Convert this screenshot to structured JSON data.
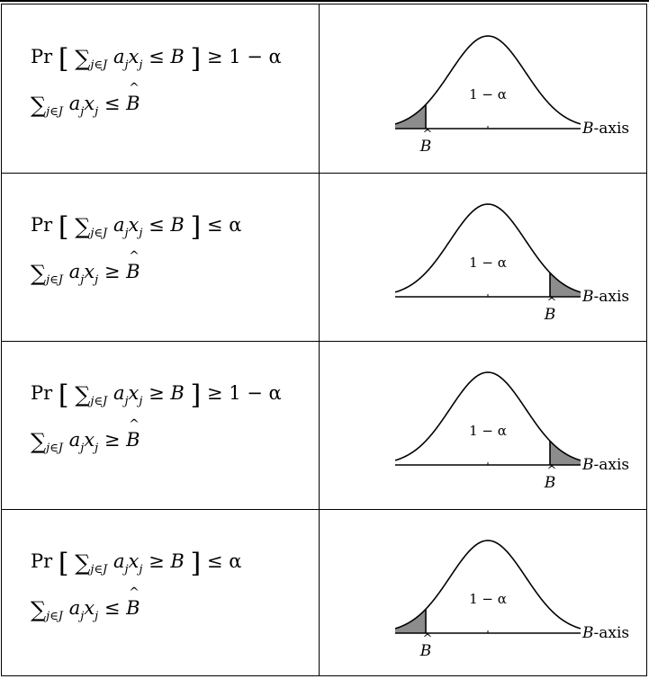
{
  "rows": [
    {
      "prob": {
        "pr": "Pr",
        "sum": "∑",
        "index": "j∈J",
        "term": "a",
        "sub1": "j",
        "var": "x",
        "sub2": "j",
        "rel": "≤",
        "bound": "B",
        "cmp": "≥",
        "rhs": "1 − α"
      },
      "det": {
        "sum": "∑",
        "index": "j∈J",
        "term": "a",
        "sub1": "j",
        "var": "x",
        "sub2": "j",
        "rel": "≤",
        "bound": "B"
      },
      "curve": {
        "shaded_tail": "left",
        "center_label": "1 − α",
        "cut_label": "B",
        "axis_label": "-axis",
        "axis_var": "B"
      }
    },
    {
      "prob": {
        "pr": "Pr",
        "sum": "∑",
        "index": "j∈J",
        "term": "a",
        "sub1": "j",
        "var": "x",
        "sub2": "j",
        "rel": "≤",
        "bound": "B",
        "cmp": "≤",
        "rhs": "α"
      },
      "det": {
        "sum": "∑",
        "index": "j∈J",
        "term": "a",
        "sub1": "j",
        "var": "x",
        "sub2": "j",
        "rel": "≥",
        "bound": "B"
      },
      "curve": {
        "shaded_tail": "right",
        "center_label": "1 − α",
        "cut_label": "B",
        "axis_label": "-axis",
        "axis_var": "B"
      }
    },
    {
      "prob": {
        "pr": "Pr",
        "sum": "∑",
        "index": "j∈J",
        "term": "a",
        "sub1": "j",
        "var": "x",
        "sub2": "j",
        "rel": "≥",
        "bound": "B",
        "cmp": "≥",
        "rhs": "1 − α"
      },
      "det": {
        "sum": "∑",
        "index": "j∈J",
        "term": "a",
        "sub1": "j",
        "var": "x",
        "sub2": "j",
        "rel": "≥",
        "bound": "B"
      },
      "curve": {
        "shaded_tail": "right",
        "center_label": "1 − α",
        "cut_label": "B",
        "axis_label": "-axis",
        "axis_var": "B"
      }
    },
    {
      "prob": {
        "pr": "Pr",
        "sum": "∑",
        "index": "j∈J",
        "term": "a",
        "sub1": "j",
        "var": "x",
        "sub2": "j",
        "rel": "≥",
        "bound": "B",
        "cmp": "≤",
        "rhs": "α"
      },
      "det": {
        "sum": "∑",
        "index": "j∈J",
        "term": "a",
        "sub1": "j",
        "var": "x",
        "sub2": "j",
        "rel": "≤",
        "bound": "B"
      },
      "curve": {
        "shaded_tail": "left",
        "center_label": "1 − α",
        "cut_label": "B",
        "axis_label": "-axis",
        "axis_var": "B"
      }
    }
  ],
  "colors": {
    "shade": "#8c8c8c",
    "line": "#000000"
  }
}
